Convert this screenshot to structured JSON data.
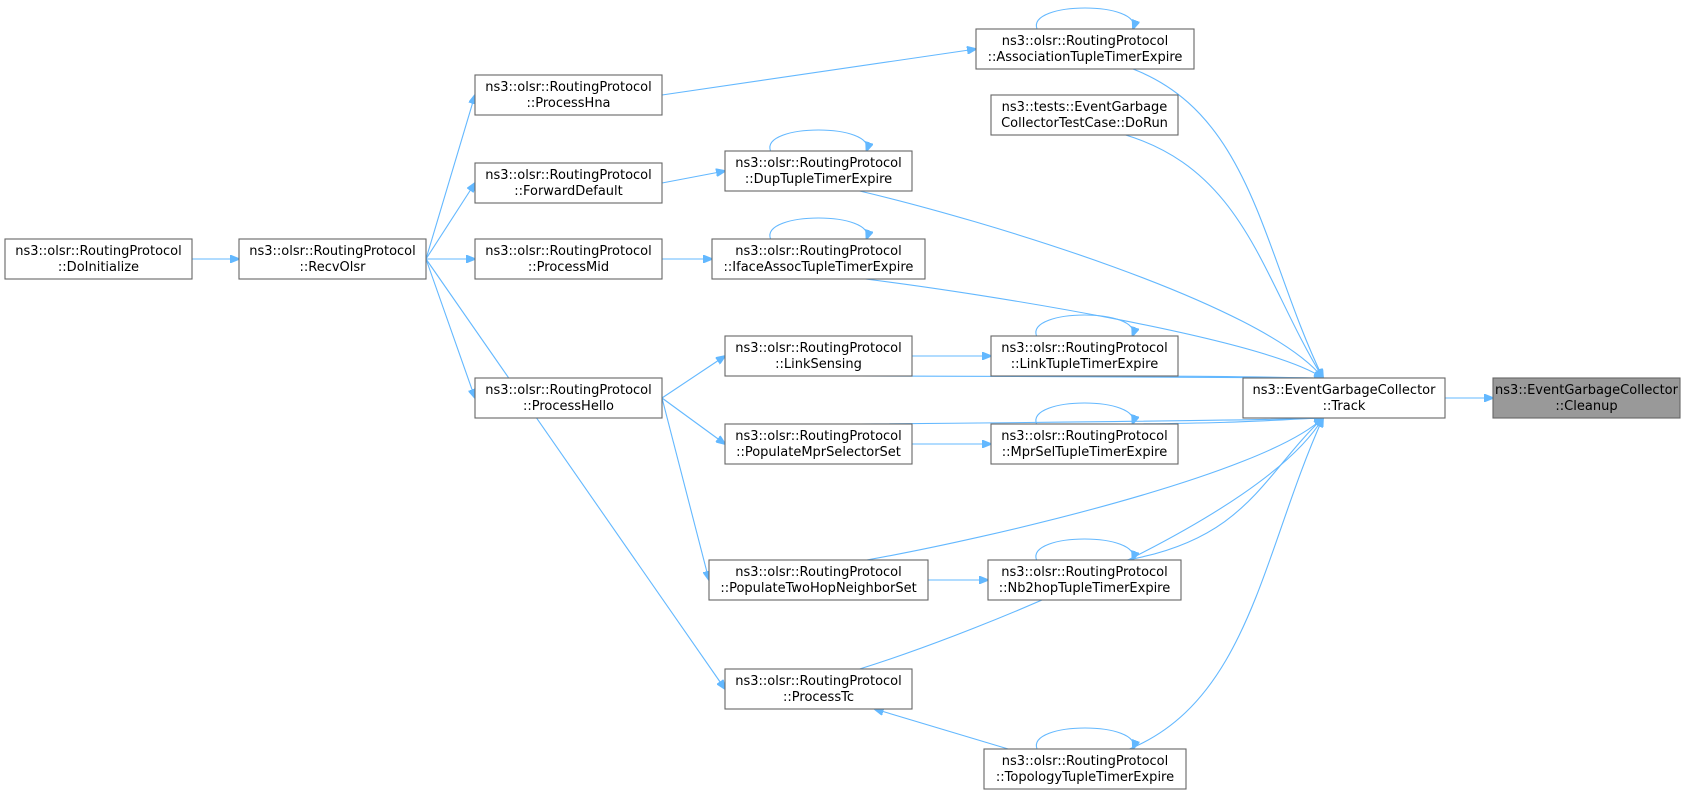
{
  "nodes": [
    {
      "id": "cleanup",
      "line1": "ns3::EventGarbageCollector",
      "line2": "::Cleanup"
    },
    {
      "id": "track",
      "line1": "ns3::EventGarbageCollector",
      "line2": "::Track"
    },
    {
      "id": "assoc_expire",
      "line1": "ns3::olsr::RoutingProtocol",
      "line2": "::AssociationTupleTimerExpire"
    },
    {
      "id": "dorun",
      "line1": "ns3::tests::EventGarbage",
      "line2": "CollectorTestCase::DoRun"
    },
    {
      "id": "dup_expire",
      "line1": "ns3::olsr::RoutingProtocol",
      "line2": "::DupTupleTimerExpire"
    },
    {
      "id": "iface_expire",
      "line1": "ns3::olsr::RoutingProtocol",
      "line2": "::IfaceAssocTupleTimerExpire"
    },
    {
      "id": "link_expire",
      "line1": "ns3::olsr::RoutingProtocol",
      "line2": "::LinkTupleTimerExpire"
    },
    {
      "id": "mprsel_expire",
      "line1": "ns3::olsr::RoutingProtocol",
      "line2": "::MprSelTupleTimerExpire"
    },
    {
      "id": "nb2hop_expire",
      "line1": "ns3::olsr::RoutingProtocol",
      "line2": "::Nb2hopTupleTimerExpire"
    },
    {
      "id": "topology_expire",
      "line1": "ns3::olsr::RoutingProtocol",
      "line2": "::TopologyTupleTimerExpire"
    },
    {
      "id": "process_hna",
      "line1": "ns3::olsr::RoutingProtocol",
      "line2": "::ProcessHna"
    },
    {
      "id": "forward_default",
      "line1": "ns3::olsr::RoutingProtocol",
      "line2": "::ForwardDefault"
    },
    {
      "id": "process_mid",
      "line1": "ns3::olsr::RoutingProtocol",
      "line2": "::ProcessMid"
    },
    {
      "id": "link_sensing",
      "line1": "ns3::olsr::RoutingProtocol",
      "line2": "::LinkSensing"
    },
    {
      "id": "process_hello",
      "line1": "ns3::olsr::RoutingProtocol",
      "line2": "::ProcessHello"
    },
    {
      "id": "populate_mprsel",
      "line1": "ns3::olsr::RoutingProtocol",
      "line2": "::PopulateMprSelectorSet"
    },
    {
      "id": "populate_twohop",
      "line1": "ns3::olsr::RoutingProtocol",
      "line2": "::PopulateTwoHopNeighborSet"
    },
    {
      "id": "process_tc",
      "line1": "ns3::olsr::RoutingProtocol",
      "line2": "::ProcessTc"
    },
    {
      "id": "recv_olsr",
      "line1": "ns3::olsr::RoutingProtocol",
      "line2": "::RecvOlsr"
    },
    {
      "id": "do_initialize",
      "line1": "ns3::olsr::RoutingProtocol",
      "line2": "::DoInitialize"
    }
  ],
  "edges": [
    {
      "from": "track",
      "to": "cleanup"
    },
    {
      "from": "assoc_expire",
      "to": "track"
    },
    {
      "from": "dorun",
      "to": "track"
    },
    {
      "from": "dup_expire",
      "to": "track"
    },
    {
      "from": "iface_expire",
      "to": "track"
    },
    {
      "from": "link_sensing",
      "to": "track"
    },
    {
      "from": "link_expire",
      "to": "track"
    },
    {
      "from": "mprsel_expire",
      "to": "track"
    },
    {
      "from": "populate_mprsel",
      "to": "track"
    },
    {
      "from": "nb2hop_expire",
      "to": "track"
    },
    {
      "from": "populate_twohop",
      "to": "track"
    },
    {
      "from": "process_tc",
      "to": "track"
    },
    {
      "from": "topology_expire",
      "to": "track"
    },
    {
      "from": "assoc_expire",
      "to": "assoc_expire"
    },
    {
      "from": "dup_expire",
      "to": "dup_expire"
    },
    {
      "from": "iface_expire",
      "to": "iface_expire"
    },
    {
      "from": "link_expire",
      "to": "link_expire"
    },
    {
      "from": "mprsel_expire",
      "to": "mprsel_expire"
    },
    {
      "from": "nb2hop_expire",
      "to": "nb2hop_expire"
    },
    {
      "from": "topology_expire",
      "to": "topology_expire"
    },
    {
      "from": "process_hna",
      "to": "assoc_expire"
    },
    {
      "from": "forward_default",
      "to": "dup_expire"
    },
    {
      "from": "process_mid",
      "to": "iface_expire"
    },
    {
      "from": "link_sensing",
      "to": "link_expire"
    },
    {
      "from": "populate_mprsel",
      "to": "mprsel_expire"
    },
    {
      "from": "populate_twohop",
      "to": "nb2hop_expire"
    },
    {
      "from": "topology_expire",
      "to": "process_tc"
    },
    {
      "from": "process_hello",
      "to": "link_sensing"
    },
    {
      "from": "process_hello",
      "to": "populate_mprsel"
    },
    {
      "from": "process_hello",
      "to": "populate_twohop"
    },
    {
      "from": "recv_olsr",
      "to": "process_hna"
    },
    {
      "from": "recv_olsr",
      "to": "forward_default"
    },
    {
      "from": "recv_olsr",
      "to": "process_mid"
    },
    {
      "from": "recv_olsr",
      "to": "process_hello"
    },
    {
      "from": "recv_olsr",
      "to": "process_tc"
    },
    {
      "from": "do_initialize",
      "to": "recv_olsr"
    }
  ]
}
